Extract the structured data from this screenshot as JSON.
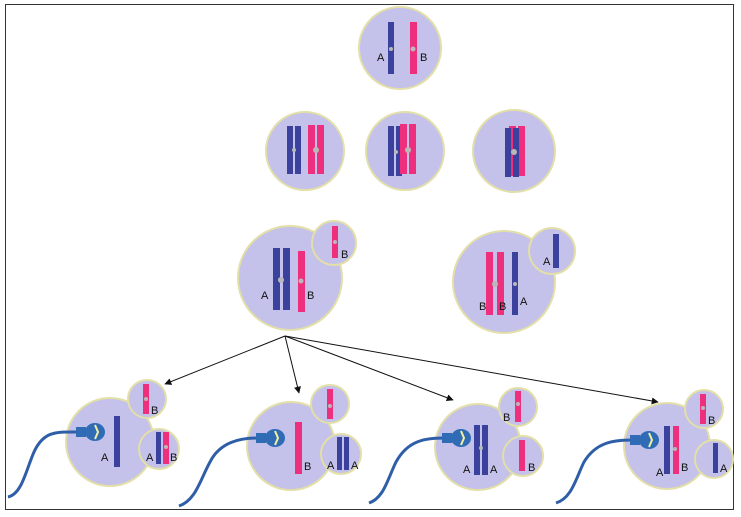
{
  "colors": {
    "cell_fill": "#c4c1ea",
    "cell_stroke": "#e3dfa8",
    "chrom_blue": "#3a429e",
    "chrom_pink": "#ee2f7d",
    "centromere": "#b9b9b9",
    "arrow": "#111111",
    "sperm_tail": "#2f5ea8",
    "sperm_head": "#2f6cb5"
  },
  "labels": {
    "top_a": "A",
    "top_b": "B",
    "mid1_a": "A",
    "mid1_b": "B",
    "mid1_polar_b": "B",
    "mid2_b1": "B",
    "mid2_b2": "B",
    "mid2_a": "A",
    "mid2_polar_a": "A",
    "egg1_a": "A",
    "egg1_pb_b": "B",
    "egg1_pb2_a": "A",
    "egg1_pb2_b": "B",
    "egg2_b": "B",
    "egg2_pb2_a1": "A",
    "egg2_pb2_a2": "A",
    "egg3_a1": "A",
    "egg3_a2": "A",
    "egg3_pb_b": "B",
    "egg3_pb2_b": "B",
    "egg4_a": "A",
    "egg4_b": "B",
    "egg4_pb_b": "B",
    "egg4_pb2_a": "A"
  }
}
